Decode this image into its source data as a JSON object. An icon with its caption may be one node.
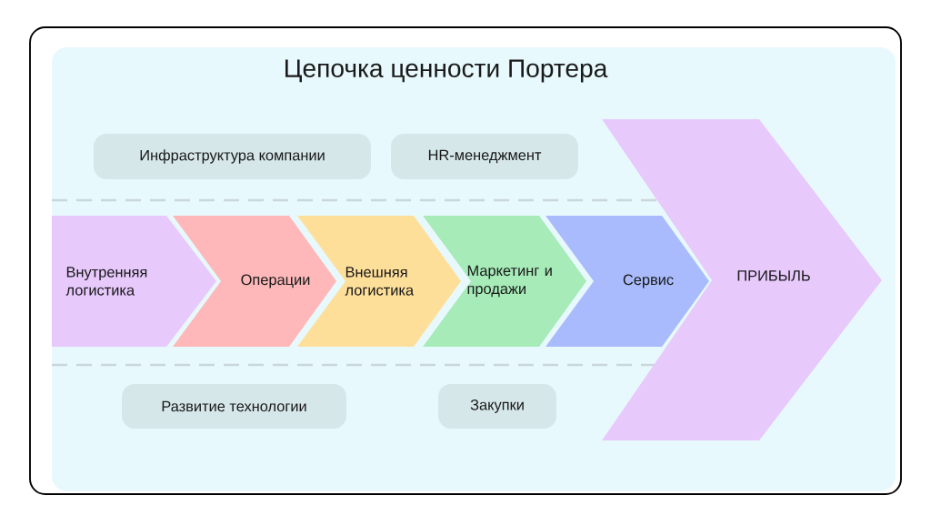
{
  "diagram": {
    "title": "Цепочка ценности Портера",
    "nodes": [
      {
        "text": [
          "Инфраструктура компании"
        ]
      },
      {
        "text": [
          "HR-менеджмент"
        ]
      },
      {
        "text": [
          "Внутренняя логистика"
        ]
      },
      {
        "text": [
          "Операции"
        ]
      },
      {
        "text": [
          "Внешняя логистика"
        ]
      },
      {
        "text": [
          "Маркетинг и продажи"
        ]
      },
      {
        "text": [
          "Сервис"
        ]
      },
      {
        "text": [
          "ПРИБЫЛЬ"
        ]
      },
      {
        "text": [
          "Развитие технологии"
        ]
      },
      {
        "text": [
          "Закупки"
        ]
      }
    ]
  }
}
